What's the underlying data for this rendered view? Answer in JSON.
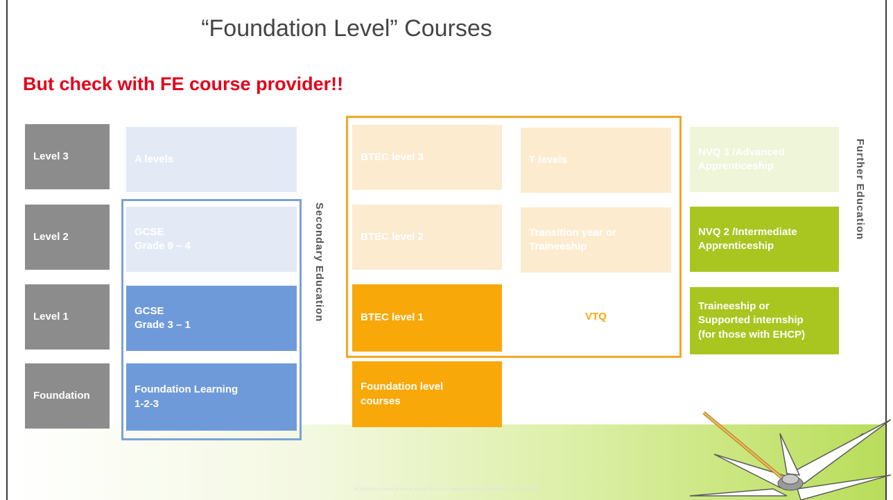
{
  "title": "“Foundation Level” Courses",
  "warning": "But check with FE course provider!!",
  "levels": [
    "Level 3",
    "Level 2",
    "Level 1",
    "Foundation"
  ],
  "secondary": {
    "label": "Secondary Education",
    "a_levels": "A levels",
    "gcse_high": "GCSE\nGrade 9 – 4",
    "gcse_low": "GCSE\nGrade 3 – 1",
    "foundation_learning": "Foundation Learning\n1-2-3"
  },
  "vocational": {
    "btec3": "BTEC level 3",
    "t_levels": "T levels",
    "btec2": "BTEC level 2",
    "transition": "Transition year or\nTraineeship",
    "btec1": "BTEC level 1",
    "vtq": "VTQ",
    "foundation_courses": "Foundation level\ncourses"
  },
  "further": {
    "label": "Further Education",
    "nvq3": "NVQ 3 /Advanced\nApprenticeship",
    "nvq2": "NVQ 2 /Intermediate\nApprenticeship",
    "traineeship": "Traineeship or\nSupported internship\n(for those with EHCP)"
  },
  "footer": "All information correct at time of writing. May not be reproduced without permission © marcr.net 2022"
}
